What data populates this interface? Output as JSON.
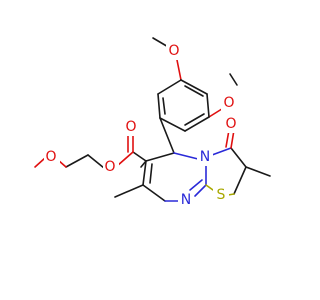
{
  "structure": {
    "atoms": {
      "O_methoxy_top": "O",
      "O_methoxy_right": "O",
      "O_ester_carbonyl": "O",
      "O_ester_link": "O",
      "O_ether": "O",
      "O_ketone": "O",
      "N_ring": "N",
      "N_imine": "N",
      "S_ring": "S"
    },
    "colors": {
      "bond": "#1a1a1a",
      "oxygen": "#e01010",
      "nitrogen": "#2a2ad8",
      "sulfur": "#a8a800"
    }
  }
}
